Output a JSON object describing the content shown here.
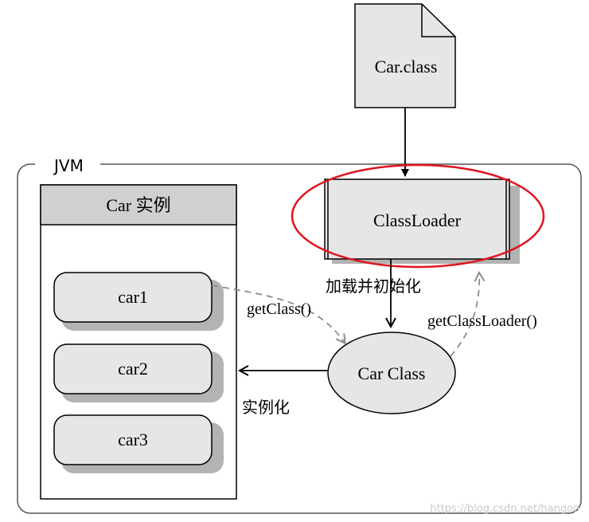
{
  "diagram": {
    "file_label": "Car.class",
    "jvm_label": "JVM",
    "classloader_label": "ClassLoader",
    "instance_panel_title": "Car 实例",
    "instances": [
      "car1",
      "car2",
      "car3"
    ],
    "car_class_label": "Car Class",
    "load_init_label": "加载并初始化",
    "get_class_label": "getClass()",
    "get_classloader_label": "getClassLoader()",
    "instantiate_label": "实例化",
    "watermark": "https://blog.csdn.net/hangoo"
  },
  "colors": {
    "box_fill": "#e6e6e6",
    "title_fill": "#d0d0d0",
    "shadow": "#b3b3b3",
    "highlight": "#e0141e",
    "dashed": "#8c8c8c"
  }
}
